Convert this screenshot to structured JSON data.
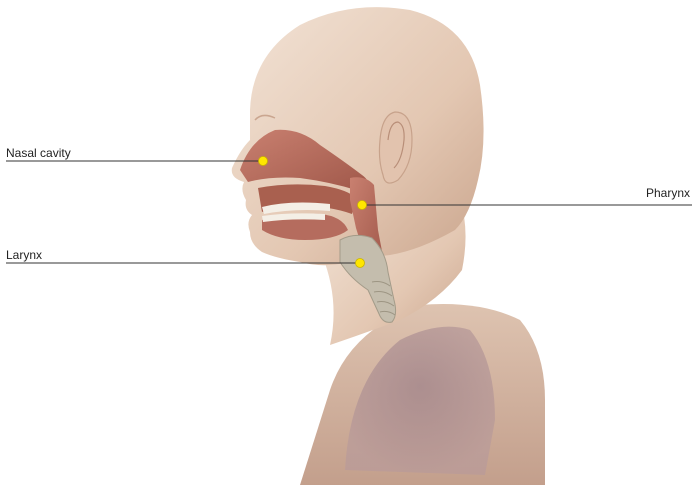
{
  "labels": {
    "nasal_cavity": "Nasal cavity",
    "pharynx": "Pharynx",
    "larynx": "Larynx"
  },
  "colors": {
    "marker": "#ffe600",
    "leader_line": "#333333",
    "skin": "#ead3c0",
    "tissue": "#b86a5c",
    "trachea": "#bfb8a8"
  },
  "icons": {
    "marker": "yellow-dot"
  }
}
